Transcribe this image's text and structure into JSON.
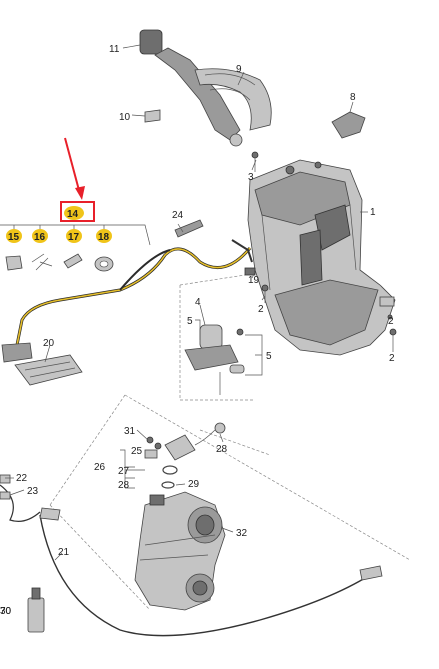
{
  "labels": {
    "l1": "1",
    "l2a": "2",
    "l2b": "2",
    "l2c": "2",
    "l3": "3",
    "l4": "4",
    "l5a": "5",
    "l5b": "5",
    "l8": "8",
    "l9": "9",
    "l10": "10",
    "l11": "11",
    "l14": "14",
    "l15": "15",
    "l16": "16",
    "l17": "17",
    "l18": "18",
    "l19": "19",
    "l20": "20",
    "l21": "21",
    "l22": "22",
    "l23": "23",
    "l24": "24",
    "l25": "25",
    "l26": "26",
    "l27": "27",
    "l28a": "28",
    "l28b": "28",
    "l29": "29",
    "l30": "30",
    "l31": "31",
    "l32": "32",
    "l70": "70"
  },
  "colors": {
    "badge": "#f0c419",
    "highlight_box": "#e8202a",
    "arrow": "#e8202a"
  }
}
